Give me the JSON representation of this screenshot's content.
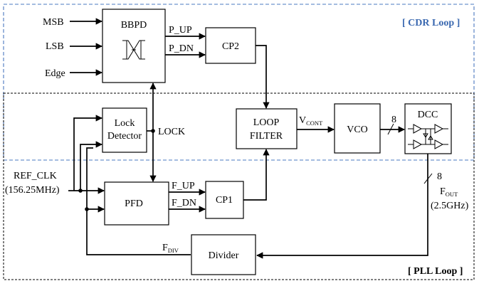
{
  "loops": {
    "cdr": {
      "label": "[ CDR Loop ]",
      "color": "#4a78c0"
    },
    "pll": {
      "label": "[ PLL Loop ]",
      "color": "#000000"
    }
  },
  "inputs": {
    "msb": "MSB",
    "lsb": "LSB",
    "edge": "Edge",
    "ref_clk": "REF_CLK",
    "ref_freq": "(156.25MHz)"
  },
  "blocks": {
    "bbpd": "BBPD",
    "cp2": "CP2",
    "lock_detector_line1": "Lock",
    "lock_detector_line2": "Detector",
    "loop_filter_line1": "LOOP",
    "loop_filter_line2": "FILTER",
    "vco": "VCO",
    "dcc": "DCC",
    "pfd": "PFD",
    "cp1": "CP1",
    "divider": "Divider"
  },
  "signals": {
    "p_up": "P_UP",
    "p_dn": "P_DN",
    "lock": "LOCK",
    "vcont_main": "V",
    "vcont_sub": "CONT",
    "bus_width_vco": "8",
    "bus_width_out": "8",
    "f_up": "F_UP",
    "f_dn": "F_DN",
    "fout_main": "F",
    "fout_sub": "OUT",
    "fout_freq": "(2.5GHz)",
    "fdiv_main": "F",
    "fdiv_sub": "DIV"
  }
}
